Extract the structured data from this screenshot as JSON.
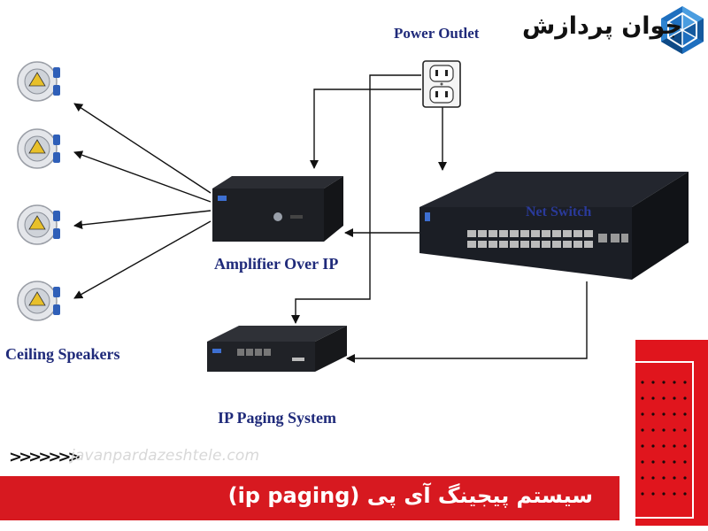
{
  "brand": {
    "name": "جوان پردازش",
    "accent_color": "#1e6fbf"
  },
  "diagram": {
    "power_outlet_label": "Power Outlet",
    "net_switch_label": "Net Switch",
    "amplifier_label": "Amplifier Over IP",
    "paging_system_label": "IP Paging System",
    "speakers_label": "Ceiling Speakers",
    "label_color": "#1f2a7a"
  },
  "footer": {
    "url_watermark": "javanpardazeshtele.com",
    "chevrons": ">>>>>>>",
    "title": "سیستم پیجینگ آی پی (ip paging)",
    "banner_color": "#d71920"
  }
}
